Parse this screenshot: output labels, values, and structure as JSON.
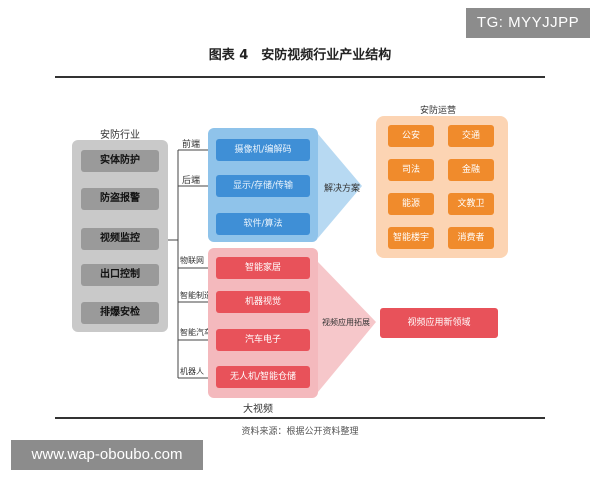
{
  "watermarks": {
    "tg": "TG: MYYJJPP",
    "url": "www.wap-oboubo.com"
  },
  "title": "图表 4　安防视频行业产业结构",
  "left": {
    "heading": "安防行业",
    "items": [
      "实体防护",
      "防盗报警",
      "视频监控",
      "出口控制",
      "排爆安检"
    ]
  },
  "branch_labels": {
    "front": "前端",
    "back": "后端",
    "iot": "物联网",
    "manufacturing": "智能制造",
    "auto": "智能汽车",
    "robot": "机器人"
  },
  "blue": {
    "items": [
      "摄像机/编解码",
      "显示/存储/传输",
      "软件/算法"
    ],
    "label": "解决方案"
  },
  "pink": {
    "items": [
      "智能家居",
      "机器视觉",
      "汽车电子",
      "无人机/智能仓储"
    ],
    "caption": "大视频",
    "label": "视频应用拓展"
  },
  "orange": {
    "heading": "安防运营",
    "items": [
      "公安",
      "交通",
      "司法",
      "金融",
      "能源",
      "文教卫",
      "智能楼宇",
      "消费者"
    ]
  },
  "new_field": "视频应用新领域",
  "source": "资料来源：根据公开资料整理",
  "colors": {
    "gray": "#9a9a9a",
    "blue": "#3f8fd6",
    "pink": "#e8525a",
    "orange": "#f08b2c"
  }
}
